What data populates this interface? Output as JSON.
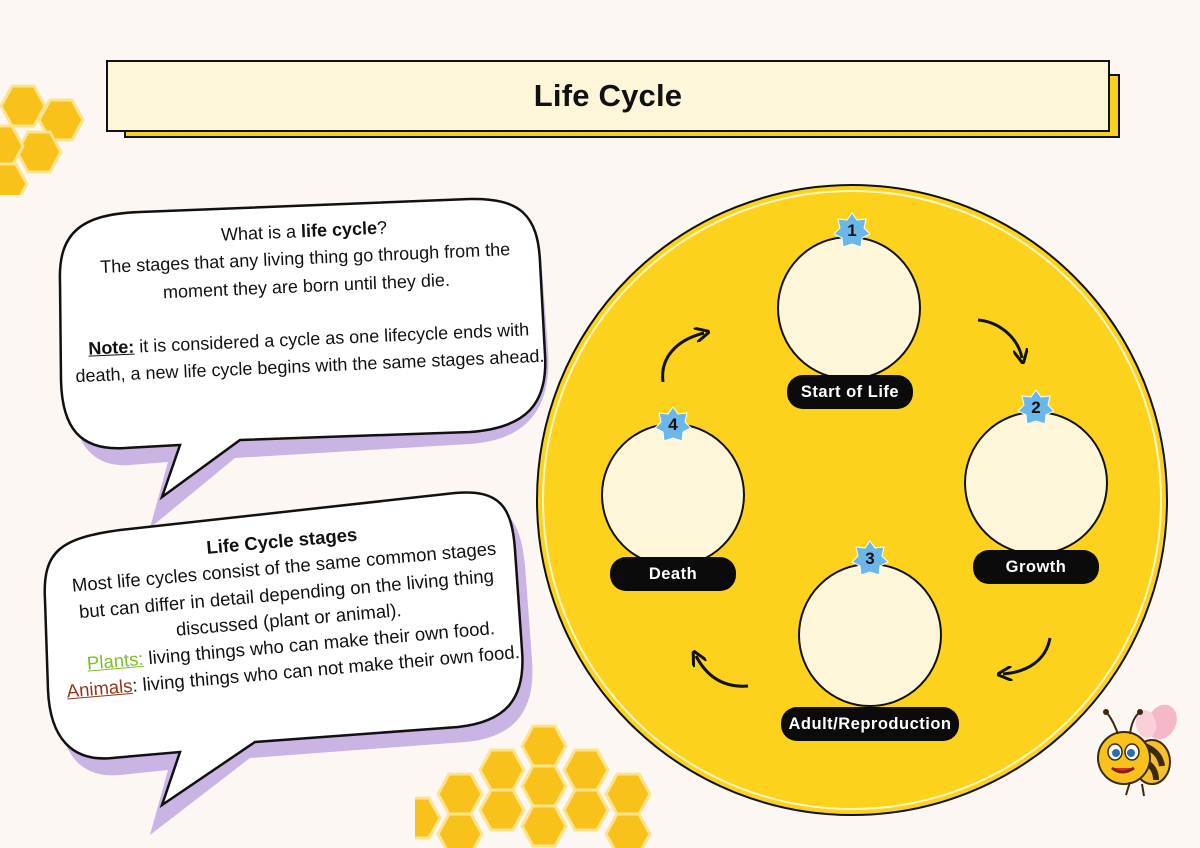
{
  "title": "Life Cycle",
  "bubble1": {
    "question_prefix": "What is a ",
    "question_bold": "life cycle",
    "question_suffix": "?",
    "definition": "The stages that any living thing go through from the moment they are born until they die.",
    "note_label": "Note:",
    "note_text": " it is considered a cycle as one lifecycle ends with death, a new life cycle begins with the same stages ahead."
  },
  "bubble2": {
    "title": "Life Cycle stages",
    "body": "Most life cycles consist of the same common stages but can differ in detail depending on the living thing discussed (plant or animal).",
    "plants_label": "Plants:",
    "plants_text": " living things who can make their own food.",
    "animals_label": "Animals",
    "animals_text": ": living things who can not make their own food."
  },
  "cycle": {
    "stages": [
      {
        "number": "1",
        "label": "Start of Life"
      },
      {
        "number": "2",
        "label": "Growth"
      },
      {
        "number": "3",
        "label": "Adult/Reproduction"
      },
      {
        "number": "4",
        "label": "Death"
      }
    ]
  },
  "colors": {
    "yellow": "#f7d11e",
    "cream": "#fdf6d8",
    "purple_shadow": "#c9b4e3",
    "badge_blue": "#6cb7ea",
    "honey": "#f7b500"
  }
}
